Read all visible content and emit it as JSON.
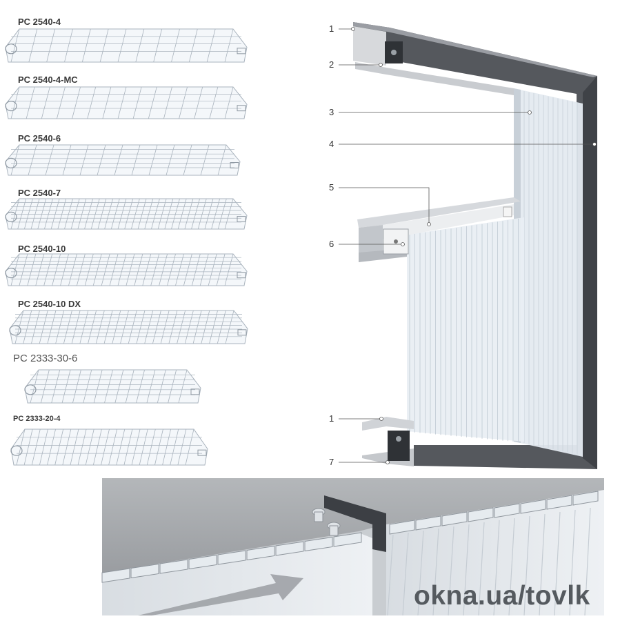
{
  "panels": [
    {
      "label": "PC 2540-4",
      "ribs": 12,
      "layers": 4
    },
    {
      "label": "PC 2540-4-MC",
      "ribs": 14,
      "layers": 4
    },
    {
      "label": "PC 2540-6",
      "ribs": 12,
      "layers": 6
    },
    {
      "label": "PC 2540-7",
      "ribs": 32,
      "layers": 7
    },
    {
      "label": "PC 2540-10",
      "ribs": 26,
      "layers": 10
    },
    {
      "label": "PC 2540-10 DX",
      "ribs": 26,
      "layers": 10
    },
    {
      "label": "PC 2333-30-6",
      "ribs": 14,
      "layers": 6
    },
    {
      "label": "PC 2333-20-4",
      "ribs": 22,
      "layers": 4
    }
  ],
  "callouts": [
    {
      "number": "1"
    },
    {
      "number": "2"
    },
    {
      "number": "3"
    },
    {
      "number": "4"
    },
    {
      "number": "5"
    },
    {
      "number": "6"
    },
    {
      "number": "1"
    },
    {
      "number": "7"
    }
  ],
  "watermark": "okna.ua/tovlk",
  "colors": {
    "frame": "#4a4d52",
    "frame_light": "#8d9096",
    "panel_line": "#a9b3bd",
    "label": "#3a3a3a",
    "watermark": "#555a5f"
  }
}
